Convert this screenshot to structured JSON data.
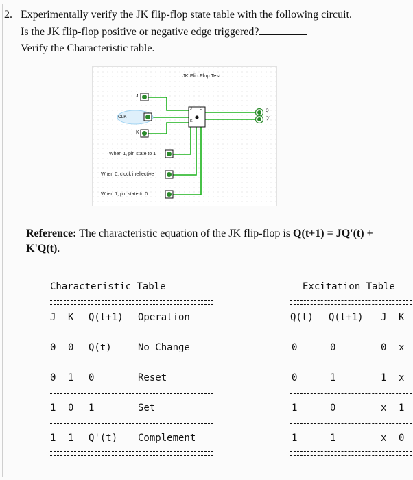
{
  "question": {
    "number": "2.",
    "line1": "Experimentally verify the JK flip-flop state table with the following circuit.",
    "line2": "Is the JK flip-flop positive or negative edge triggered?",
    "line3": "Verify the Characteristic table."
  },
  "circuit": {
    "title": "JK Flip Flop Test",
    "clk_label": "CLK",
    "j_label": "J",
    "k_label": "K",
    "q_label": "Q",
    "qn_label": "Q'",
    "ff_j": "J",
    "ff_k": "K",
    "ff_q": "Q",
    "note1": "When 1, pin state to 1",
    "note2": "When 0, clock ineffective",
    "note3": "When 1, pin state to 0",
    "pin_value": "0",
    "output_value": "0"
  },
  "reference": {
    "bold_label": "Reference:",
    "text": " The characteristic equation of the JK flip-flop is ",
    "eq_part1": "Q(t+1) = JQ'(t) +",
    "eq_part2": "K'Q(t)",
    "end": "."
  },
  "characteristic_table": {
    "title": "Characteristic Table",
    "headers": [
      "J",
      "K",
      "Q(t+1)",
      "Operation"
    ],
    "rows": [
      [
        "0",
        "0",
        "Q(t)",
        "No Change"
      ],
      [
        "0",
        "1",
        "0",
        "Reset"
      ],
      [
        "1",
        "0",
        "1",
        "Set"
      ],
      [
        "1",
        "1",
        "Q'(t)",
        "Complement"
      ]
    ]
  },
  "excitation_table": {
    "title": "Excitation Table",
    "headers": [
      "Q(t)",
      "Q(t+1)",
      "J",
      "K"
    ],
    "rows": [
      [
        "0",
        "0",
        "0",
        "x"
      ],
      [
        "0",
        "1",
        "1",
        "x"
      ],
      [
        "1",
        "0",
        "x",
        "1"
      ],
      [
        "1",
        "1",
        "x",
        "0"
      ]
    ]
  }
}
